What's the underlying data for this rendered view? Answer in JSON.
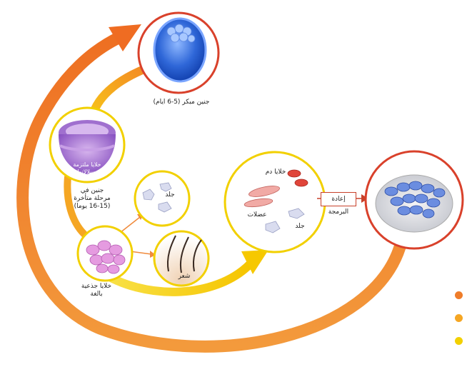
{
  "labels": {
    "blastocyst": "جنين مبكر (5-6 ايام)",
    "germ_layers": "خلايا ملتزمة بسلالاتها",
    "late_embryo": "جنين في مرحلة متأخرة (15-16 يوما)",
    "adult_stem": "خلايا جذعية بالغة",
    "skin_small": "جلد",
    "hair": "شعر",
    "blood": "خلايا دم",
    "muscle": "عضلات",
    "skin_large": "جلد",
    "reprogramming": "إعادة البرمجة"
  },
  "legend": [
    {
      "color": "#ef7d2a"
    },
    {
      "color": "#f5a623"
    },
    {
      "color": "#f2d000"
    }
  ],
  "colors": {
    "outer_arrow": "#ef7d2a",
    "middle_arrow": "#f5a623",
    "inner_arrow": "#f2d000",
    "red_ring": "#d9412b",
    "yellow_ring": "#f2d000"
  }
}
